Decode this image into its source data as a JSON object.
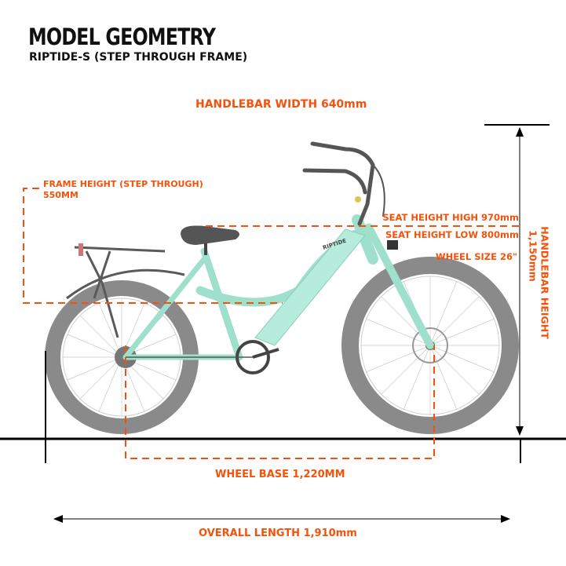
{
  "header": {
    "title": "MODEL GEOMETRY",
    "subtitle": "RIPTIDE-S (STEP THROUGH FRAME)"
  },
  "measurements": {
    "handlebar_width": "HANDLEBAR WIDTH 640mm",
    "frame_height_line1": "FRAME HEIGHT (STEP THROUGH)",
    "frame_height_line2": "550MM",
    "seat_height_high": "SEAT HEIGHT HIGH 970mm",
    "seat_height_low": "SEAT HEIGHT LOW 800mm",
    "wheel_size": "WHEEL SIZE 26\"",
    "handlebar_height_line1": "HANDLEBAR HEIGHT",
    "handlebar_height_line2": "1,150mm",
    "wheel_base": "WHEEL BASE 1,220MM",
    "overall_length": "OVERALL LENGTH 1,910mm"
  },
  "bike": {
    "frame_label": "RIPTIDE",
    "frame_color": "#9ee0cc"
  },
  "colors": {
    "accent": "#f4520b",
    "text": "#111111",
    "tire": "#8a8a8a"
  }
}
